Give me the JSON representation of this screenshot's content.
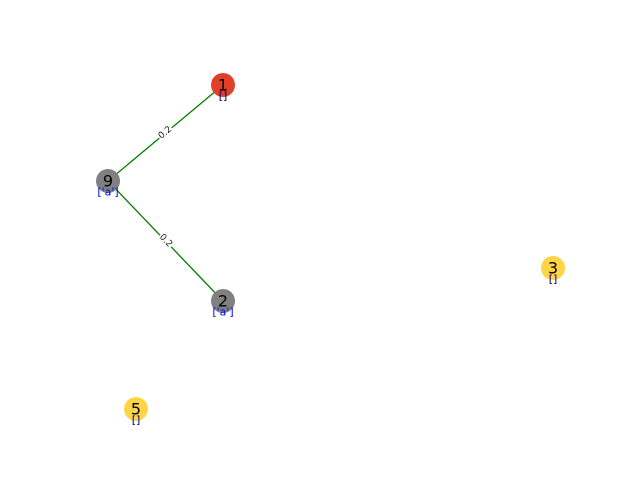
{
  "graph": {
    "nodes": [
      {
        "id": "1",
        "label": "1",
        "sub": "[]",
        "sub_color": "#000080",
        "color": "#e0402a"
      },
      {
        "id": "9",
        "label": "9",
        "sub": "['a']",
        "sub_color": "#0000ff",
        "color": "#808080"
      },
      {
        "id": "2",
        "label": "2",
        "sub": "['a']",
        "sub_color": "#0000ff",
        "color": "#808080"
      },
      {
        "id": "3",
        "label": "3",
        "sub": "[]",
        "sub_color": "#000080",
        "color": "#ffd447"
      },
      {
        "id": "5",
        "label": "5",
        "sub": "[]",
        "sub_color": "#000080",
        "color": "#ffd447"
      }
    ],
    "edges": [
      {
        "source": "9",
        "target": "1",
        "label": "0.2",
        "color": "#008000"
      },
      {
        "source": "9",
        "target": "2",
        "label": "0.2",
        "color": "#008000"
      }
    ]
  }
}
